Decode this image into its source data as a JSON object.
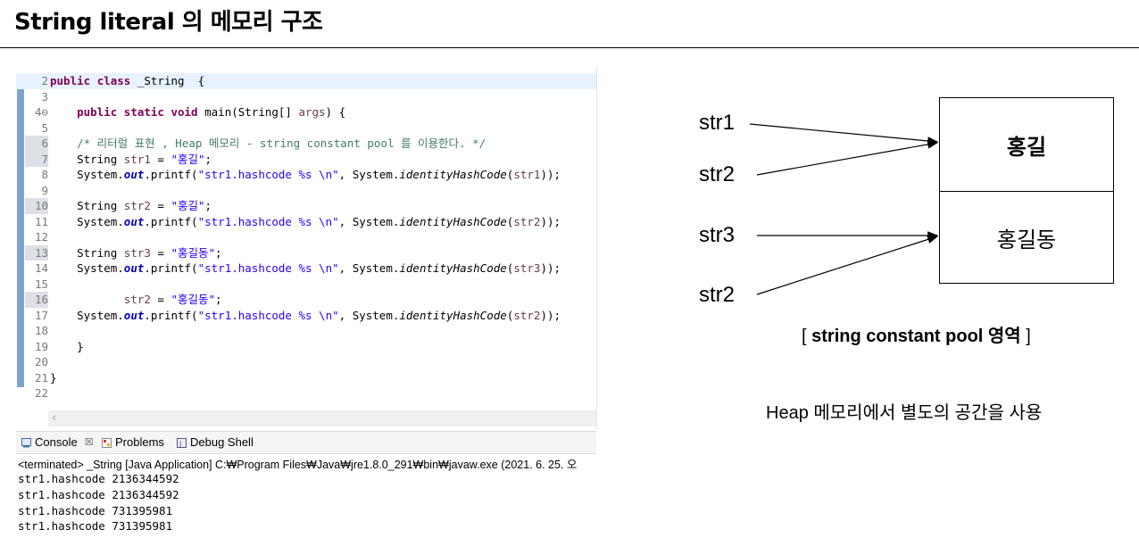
{
  "slide": {
    "title": "String literal 의 메모리 구조"
  },
  "editor": {
    "lines": [
      {
        "n": "2",
        "html": "<span class='kw'>public</span> <span class='kw'>class</span> _String  {",
        "current": true
      },
      {
        "n": "3",
        "html": ""
      },
      {
        "n": "4⊖",
        "html": "    <span class='kw'>public</span> <span class='kw'>static</span> <span class='kw'>void</span> main(String[] <span class='var'>args</span>) {"
      },
      {
        "n": "5",
        "html": ""
      },
      {
        "n": "6",
        "html": "    <span class='cmt'>/* 리터럴 표현 , Heap 메모리 - string constant pool 를 이용한다. */</span>",
        "hl": true
      },
      {
        "n": "7",
        "html": "    String <span class='var'>str1</span> = <span class='str'>\"홍길\"</span>;",
        "hl": true
      },
      {
        "n": "8",
        "html": "    System.<span class='fld'>out</span>.printf(<span class='str'>\"str1.hashcode %s \\n\"</span>, System.<span class='itl'>identityHashCode</span>(<span class='var'>str1</span>));"
      },
      {
        "n": "9",
        "html": ""
      },
      {
        "n": "10",
        "html": "    String <span class='var'>str2</span> = <span class='str'>\"홍길\"</span>;",
        "hl": true
      },
      {
        "n": "11",
        "html": "    System.<span class='fld'>out</span>.printf(<span class='str'>\"str1.hashcode %s \\n\"</span>, System.<span class='itl'>identityHashCode</span>(<span class='var'>str2</span>));"
      },
      {
        "n": "12",
        "html": ""
      },
      {
        "n": "13",
        "html": "    String <span class='var'>str3</span> = <span class='str'>\"홍길동\"</span>;",
        "hl": true
      },
      {
        "n": "14",
        "html": "    System.<span class='fld'>out</span>.printf(<span class='str'>\"str1.hashcode %s \\n\"</span>, System.<span class='itl'>identityHashCode</span>(<span class='var'>str3</span>));"
      },
      {
        "n": "15",
        "html": ""
      },
      {
        "n": "16",
        "html": "           <span class='var'>str2</span> = <span class='str'>\"홍길동\"</span>;",
        "hl": true
      },
      {
        "n": "17",
        "html": "    System.<span class='fld'>out</span>.printf(<span class='str'>\"str1.hashcode %s \\n\"</span>, System.<span class='itl'>identityHashCode</span>(<span class='var'>str2</span>));"
      },
      {
        "n": "18",
        "html": ""
      },
      {
        "n": "19",
        "html": "    }"
      },
      {
        "n": "20",
        "html": ""
      },
      {
        "n": "21",
        "html": "}"
      },
      {
        "n": "22",
        "html": ""
      }
    ]
  },
  "console": {
    "tabs": [
      {
        "label": "Console",
        "close": "☒"
      },
      {
        "label": "Problems"
      },
      {
        "label": "Debug Shell"
      }
    ],
    "status": "<terminated> _String [Java Application] C:₩Program Files₩Java₩jre1.8.0_291₩bin₩javaw.exe  (2021. 6. 25. 오",
    "output": "str1.hashcode 2136344592\nstr1.hashcode 2136344592\nstr1.hashcode 731395981\nstr1.hashcode 731395981"
  },
  "diagram": {
    "labels": [
      "str1",
      "str2",
      "str3",
      "str2"
    ],
    "pool_values": [
      "홍길",
      "홍길동"
    ],
    "caption_open": "[ ",
    "caption_bold": "string constant pool 영역",
    "caption_close": " ]",
    "heap_note": "Heap 메모리에서 별도의 공간을 사용"
  }
}
